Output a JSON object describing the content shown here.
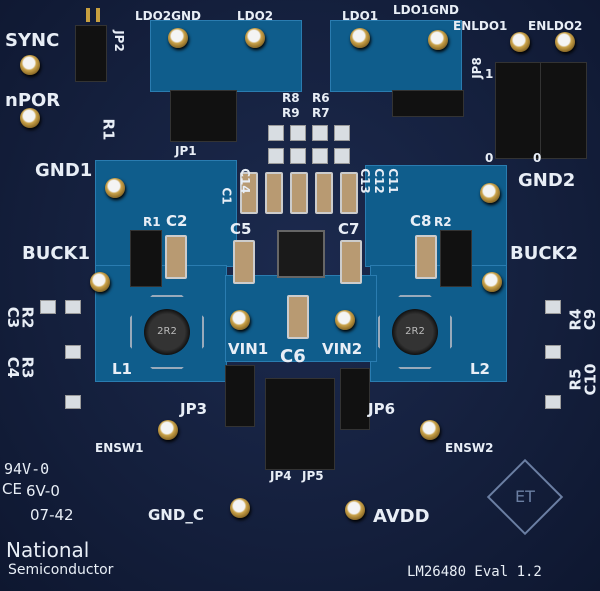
{
  "labels": {
    "sync": "SYNC",
    "jp2": "JP2",
    "npor": "nPOR",
    "r1": "R1",
    "gnd1": "GND1",
    "jp1": "JP1",
    "ldo2gnd": "LDO2GND",
    "ldo2": "LDO2",
    "ldo1": "LDO1",
    "ldo1gnd": "LDO1GND",
    "enldo1": "ENLDO1",
    "enldo2": "ENLDO2",
    "jp8": "JP8",
    "r8": "R8",
    "r6": "R6",
    "r9": "R9",
    "r7": "R7",
    "c1": "C1",
    "c14": "C14",
    "c13": "C13",
    "c12": "C12",
    "c11": "C11",
    "gnd2": "GND2",
    "buck1": "BUCK1",
    "buck2": "BUCK2",
    "r1b": "R1",
    "c2": "C2",
    "c8": "C8",
    "r2b": "R2",
    "c5": "C5",
    "c7": "C7",
    "c3": "C3",
    "r2": "R2",
    "c4": "C4",
    "r3": "R3",
    "r4": "R4",
    "c9": "C9",
    "r5": "R5",
    "c10": "C10",
    "l1": "L1",
    "l2": "L2",
    "vin1": "VIN1",
    "vin2": "VIN2",
    "c6": "C6",
    "jp3": "JP3",
    "jp6": "JP6",
    "jp4": "JP4",
    "jp5": "JP5",
    "ensw1": "ENSW1",
    "ensw2": "ENSW2",
    "gnd_c": "GND_C",
    "avdd": "AVDD",
    "rating1": "94V-0",
    "rating2": "6V-0",
    "code": "07-42",
    "ce": "CE",
    "brand1": "National",
    "brand2": "Semiconductor",
    "model": "LM26480 Eval 1.2",
    "one": "1",
    "zero": "0",
    "inductor_mark": "2R2",
    "logo": "ET"
  },
  "colors": {
    "board": "#141f3c",
    "copper_pour": "#0f5d8c",
    "silkscreen": "#e8eef6"
  }
}
